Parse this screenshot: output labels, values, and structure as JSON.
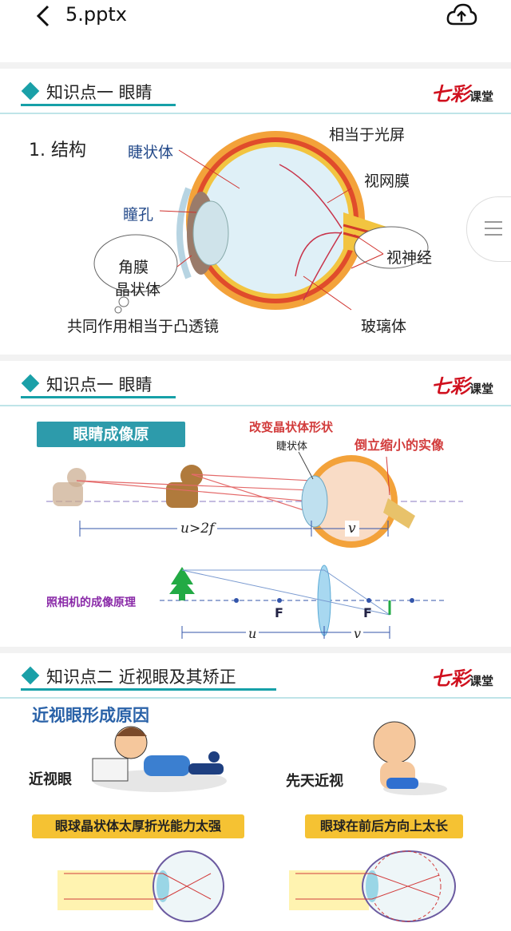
{
  "header": {
    "file_name": "5.pptx",
    "back_icon": "chevron-left-icon",
    "cloud_icon": "cloud-upload-icon"
  },
  "logo": {
    "mark": "七彩",
    "text": "课堂"
  },
  "slides": [
    {
      "title": "知识点一  眼睛",
      "section": "1. 结构",
      "labels": {
        "ciliary": "睫状体",
        "pupil": "瞳孔",
        "cornea": "角膜",
        "lens": "晶状体",
        "screen_equiv": "相当于光屏",
        "retina": "视网膜",
        "optic_nerve": "视神经",
        "vitreous": "玻璃体",
        "convex_equiv": "共同作用相当于凸透镜"
      }
    },
    {
      "title": "知识点一  眼睛",
      "tag": "眼睛成像原",
      "labels": {
        "change_lens": "改变晶状体形状",
        "ciliary": "睫状体",
        "inverted_image": "倒立缩小的实像",
        "u_gt_2f": "u>2f",
        "v": "v",
        "camera_principle": "照相机的成像原理",
        "f": "F",
        "u": "u"
      }
    },
    {
      "title": "知识点二  近视眼及其矫正",
      "subtitle": "近视眼形成原因",
      "myopia_label": "近视眼",
      "congenital_label": "先天近视",
      "cause1": "眼球晶状体太厚折光能力太强",
      "cause2": "眼球在前后方向上太长"
    }
  ]
}
